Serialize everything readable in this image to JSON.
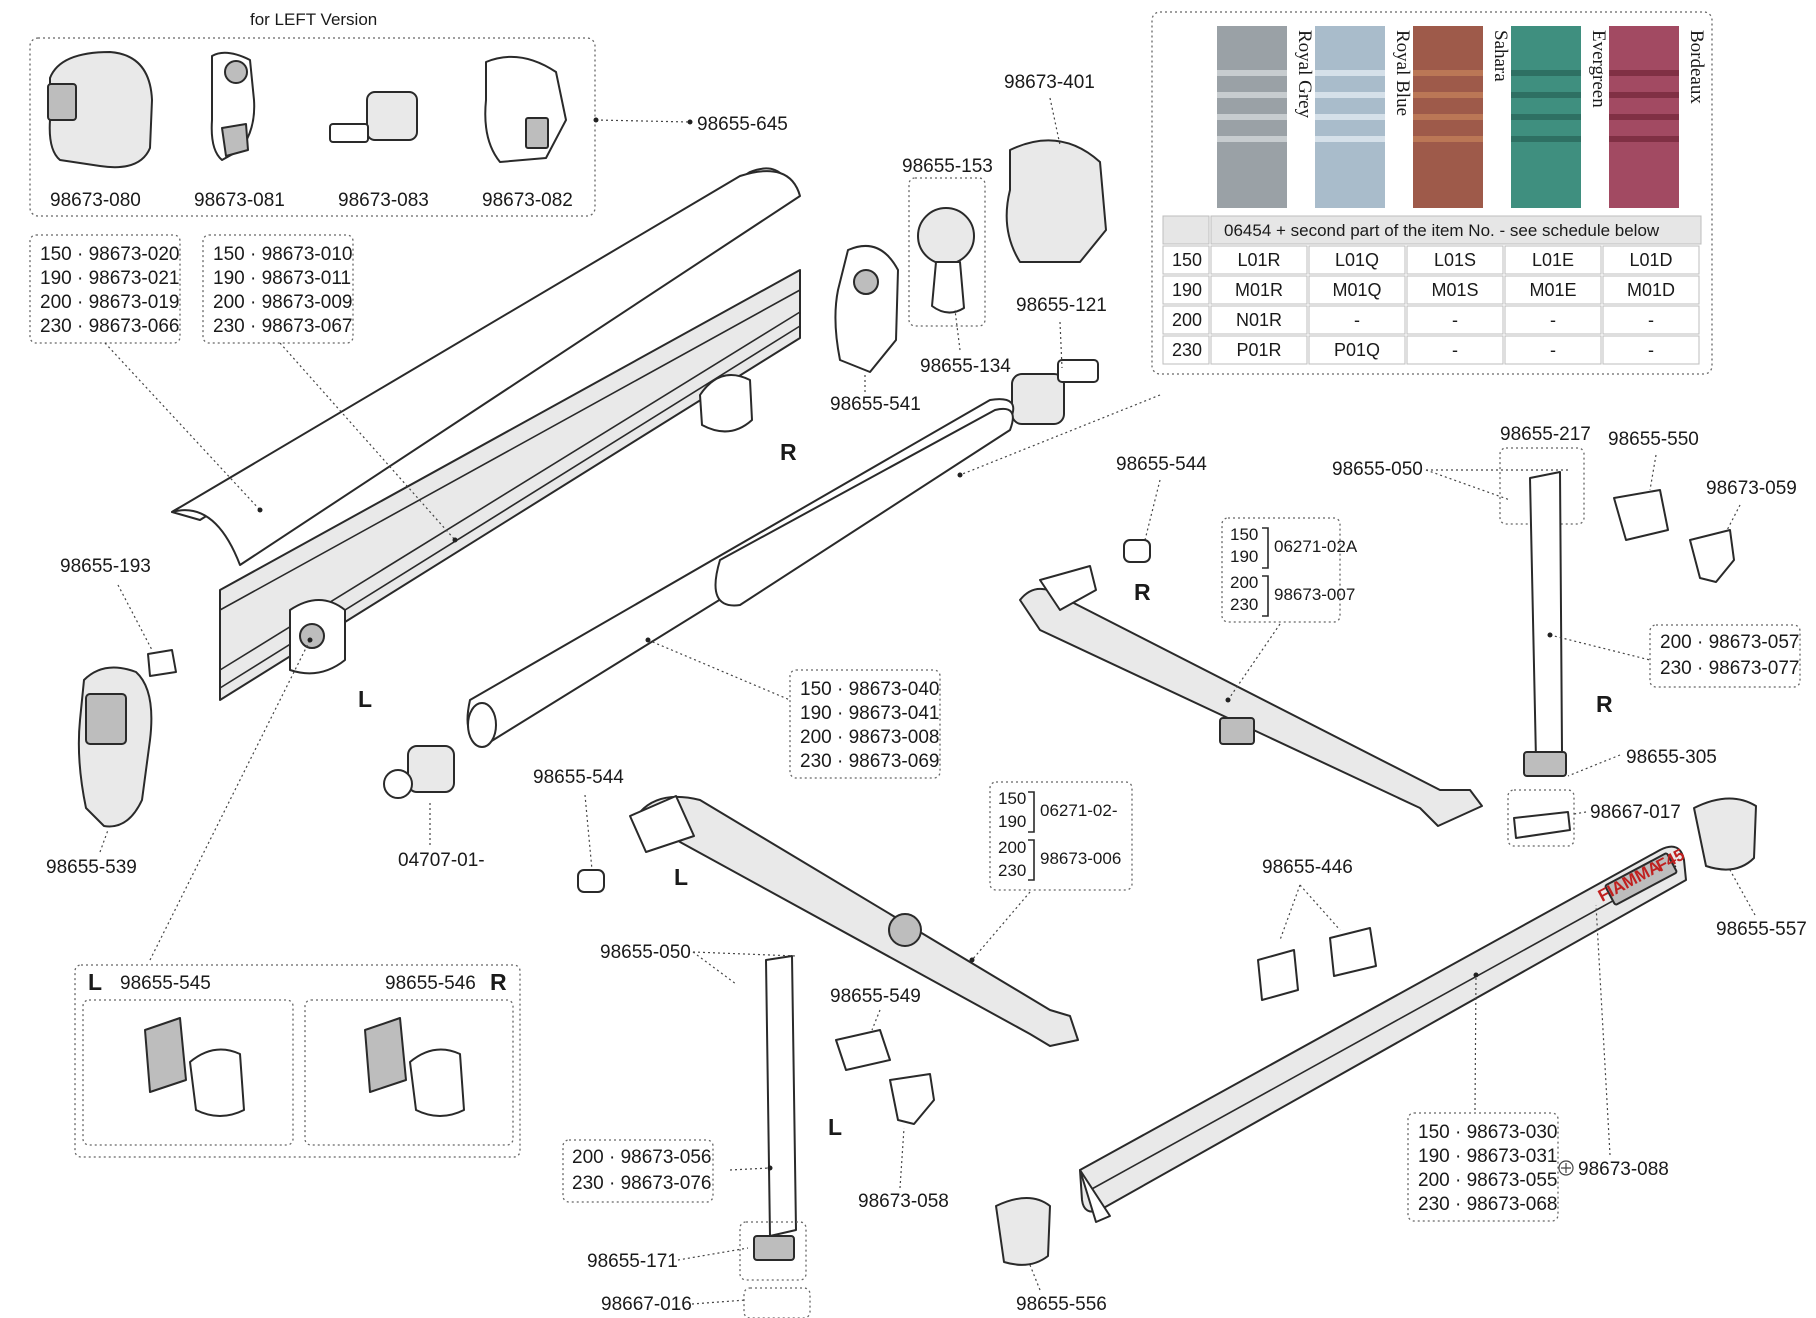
{
  "left_version": {
    "title": "for LEFT Version",
    "kit": "98655-645",
    "parts": [
      "98673-080",
      "98673-081",
      "98673-083",
      "98673-082"
    ]
  },
  "top_parts": {
    "p401": "98673-401",
    "p153": "98655-153",
    "p134": "98655-134",
    "p541": "98655-541",
    "p121": "98655-121"
  },
  "cover_sizes": [
    {
      "size": "150",
      "code": "98673-020"
    },
    {
      "size": "190",
      "code": "98673-021"
    },
    {
      "size": "200",
      "code": "98673-019"
    },
    {
      "size": "230",
      "code": "98673-066"
    }
  ],
  "case_sizes": [
    {
      "size": "150",
      "code": "98673-010"
    },
    {
      "size": "190",
      "code": "98673-011"
    },
    {
      "size": "200",
      "code": "98673-009"
    },
    {
      "size": "230",
      "code": "98673-067"
    }
  ],
  "roller_sizes": [
    {
      "size": "150",
      "code": "98673-040"
    },
    {
      "size": "190",
      "code": "98673-041"
    },
    {
      "size": "200",
      "code": "98673-008"
    },
    {
      "size": "230",
      "code": "98673-069"
    }
  ],
  "misc_labels": {
    "p193": "98655-193",
    "p539": "98655-539",
    "p04707": "04707-01-",
    "p544a": "98655-544",
    "p544b": "98655-544",
    "R1": "R",
    "L1": "L",
    "R2": "R",
    "L2": "L",
    "R3": "R",
    "L3": "L"
  },
  "brackets": {
    "left_label": "L",
    "right_label": "R",
    "left_code": "98655-545",
    "right_code": "98655-546"
  },
  "right_arm": {
    "rows_a": [
      "150",
      "190"
    ],
    "code_a": "06271-02A",
    "rows_b": [
      "200",
      "230"
    ],
    "code_b": "98673-007"
  },
  "left_arm": {
    "rows_a": [
      "150",
      "190"
    ],
    "code_a": "06271-02-",
    "rows_b": [
      "200",
      "230"
    ],
    "code_b": "98673-006"
  },
  "right_leg": {
    "p217": "98655-217",
    "p050": "98655-050",
    "p550": "98655-550",
    "p059": "98673-059",
    "sizes": [
      {
        "size": "200",
        "code": "98673-057"
      },
      {
        "size": "230",
        "code": "98673-077"
      }
    ],
    "p305": "98655-305",
    "p017": "98667-017",
    "p557": "98655-557"
  },
  "left_leg": {
    "p050": "98655-050",
    "p549": "98655-549",
    "p058": "98673-058",
    "sizes": [
      {
        "size": "200",
        "code": "98673-056"
      },
      {
        "size": "230",
        "code": "98673-076"
      }
    ],
    "p171": "98655-171",
    "p016": "98667-016"
  },
  "front_bar": {
    "p446": "98655-446",
    "p556": "98655-556",
    "p088": "98673-088",
    "brand": "FIAMMA",
    "model": "F45",
    "sizes": [
      {
        "size": "150",
        "code": "98673-030"
      },
      {
        "size": "190",
        "code": "98673-031"
      },
      {
        "size": "200",
        "code": "98673-055"
      },
      {
        "size": "230",
        "code": "98673-068"
      }
    ]
  },
  "fabric_table": {
    "colors": [
      {
        "name": "Royal Grey",
        "swatch": "#9aa1a6",
        "accent": "#cfd3d6"
      },
      {
        "name": "Royal Blue",
        "swatch": "#a9bccb",
        "accent": "#dde6ee"
      },
      {
        "name": "Sahara",
        "swatch": "#9e5a4a",
        "accent": "#c07d58"
      },
      {
        "name": "Evergreen",
        "swatch": "#3f8f7f",
        "accent": "#2b6b5e"
      },
      {
        "name": "Bordeaux",
        "swatch": "#a24a62",
        "accent": "#7a2b3f"
      }
    ],
    "header": "06454 + second part of the item No. - see schedule below",
    "rows": [
      {
        "size": "150",
        "codes": [
          "L01R",
          "L01Q",
          "L01S",
          "L01E",
          "L01D"
        ]
      },
      {
        "size": "190",
        "codes": [
          "M01R",
          "M01Q",
          "M01S",
          "M01E",
          "M01D"
        ]
      },
      {
        "size": "200",
        "codes": [
          "N01R",
          "-",
          "-",
          "-",
          "-"
        ]
      },
      {
        "size": "230",
        "codes": [
          "P01R",
          "P01Q",
          "-",
          "-",
          "-"
        ]
      }
    ]
  }
}
